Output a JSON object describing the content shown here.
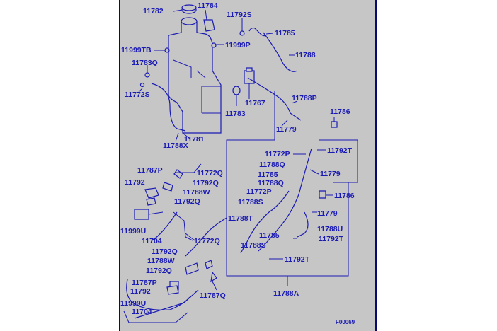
{
  "labels": {
    "l11782": "11782",
    "l11784": "11784",
    "l11792s": "11792S",
    "l11785_top": "11785",
    "l11999tb": "11999TB",
    "l11999p": "11999P",
    "l11788": "11788",
    "l11783q": "11783Q",
    "l11772s": "11772S",
    "l11767": "11767",
    "l11783": "11783",
    "l11788p": "11788P",
    "l11786_top": "11786",
    "l11779_a": "11779",
    "l11781": "11781",
    "l11788x": "11788X",
    "l11772p_a": "11772P",
    "l11792t_a": "11792T",
    "l11788q_a": "11788Q",
    "l11785_mid": "11785",
    "l11779_b": "11779",
    "l11787p_a": "11787P",
    "l11772q_a": "11772Q",
    "l11792_a": "11792",
    "l11792q_a": "11792Q",
    "l11788w_a": "11788W",
    "l11788q_b": "11788Q",
    "l11772p_b": "11772P",
    "l11786_mid": "11786",
    "l11792q_b": "11792Q",
    "l11788s_a": "11788S",
    "l11779_c": "11779",
    "l11999u_a": "11999U",
    "l11788t": "11788T",
    "l11788u": "11788U",
    "l11704_a": "11704",
    "l11772q_b": "11772Q",
    "l11785_low": "11785",
    "l11792t_b": "11792T",
    "l11792q_c": "11792Q",
    "l11788s_b": "11788S",
    "l11788w_b": "11788W",
    "l11792t_c": "11792T",
    "l11792q_d": "11792Q",
    "l11787p_b": "11787P",
    "l11792_b": "11792",
    "l11787q": "11787Q",
    "l11788a": "11788A",
    "l11999u_b": "11999U",
    "l11704_b": "11704"
  },
  "figure_code": "F00069",
  "colors": {
    "ink": "#1a1ab4",
    "panel": "#c6c6c6",
    "frame": "#0a0a6e"
  }
}
